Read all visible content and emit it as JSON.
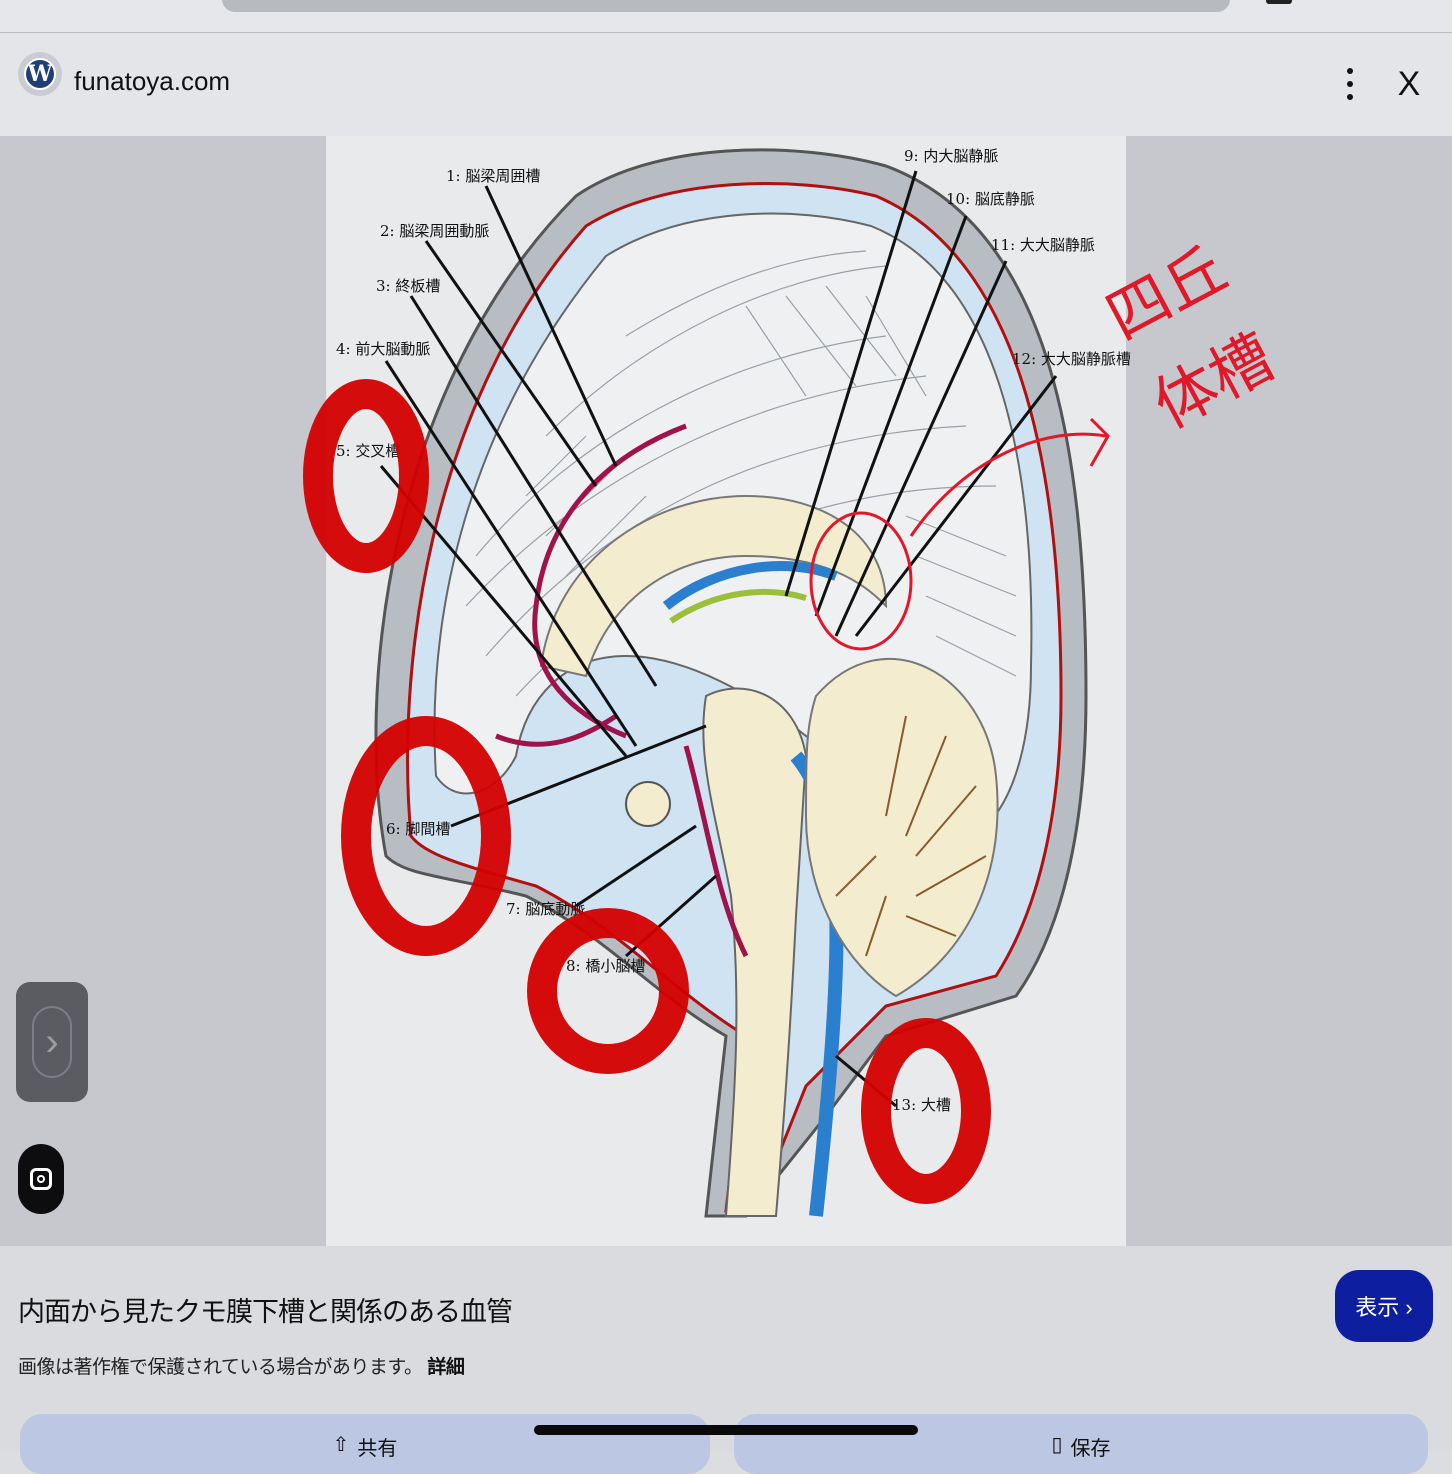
{
  "site": {
    "name": "funatoya.com",
    "logo_icon": "wordpress-icon",
    "logo_glyph": "W"
  },
  "header": {
    "more_icon": "more-vert-icon",
    "close_label": "X"
  },
  "image": {
    "labels": {
      "l1": "1: 脳梁周囲槽",
      "l2": "2: 脳梁周囲動脈",
      "l3": "3: 終板槽",
      "l4": "4: 前大脳動脈",
      "l5": "5: 交叉槽",
      "l6": "6: 脚間槽",
      "l7": "7: 脳底動脈",
      "l8": "8: 橋小脳槽",
      "l9": "9: 内大脳静脈",
      "l10": "10: 脳底静脈",
      "l11": "11: 大大脳静脈",
      "l12": "12: 大大脳静脈槽",
      "l13": "13: 大槽"
    },
    "handwritten_annotation": "四丘体槽",
    "annotation_color": "#e0182a",
    "marker_color": "#d40000"
  },
  "footer": {
    "title": "内面から見たクモ膜下槽と関係のある血管",
    "copyright_text": "画像は著作権で保護されている場合があります。",
    "details_link": "詳細",
    "visit_button": "表示 ›",
    "share_button": "共有",
    "save_button": "保存"
  },
  "colors": {
    "accent": "#0d1f9e",
    "button_bg": "#bcc7e4"
  }
}
